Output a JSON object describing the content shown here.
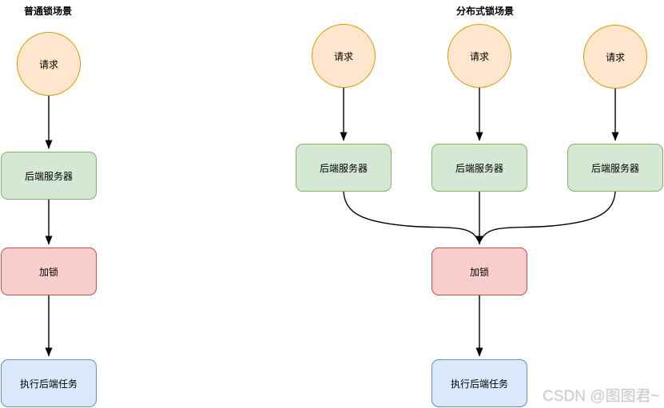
{
  "left_flow": {
    "title": "普通锁场景",
    "request_label": "请求",
    "server_label": "后端服务器",
    "lock_label": "加锁",
    "task_label": "执行后端任务"
  },
  "right_flow": {
    "title": "分布式锁场景",
    "requests": [
      "请求",
      "请求",
      "请求"
    ],
    "servers": [
      "后端服务器",
      "后端服务器",
      "后端服务器"
    ],
    "lock_label": "加锁",
    "task_label": "执行后端任务"
  },
  "watermark": "CSDN @图图君~",
  "colors": {
    "request_fill": "#FFE6CC",
    "request_stroke": "#D79B00",
    "server_fill": "#D5E8D4",
    "server_stroke": "#82B366",
    "lock_fill": "#F8CECC",
    "lock_stroke": "#B85450",
    "task_fill": "#DAE8FC",
    "task_stroke": "#6C8EBF",
    "connector": "#000000",
    "watermark_color": "#CBCBCB"
  }
}
